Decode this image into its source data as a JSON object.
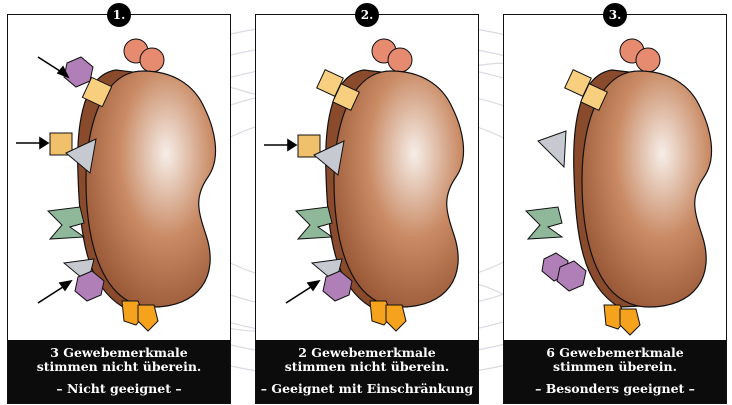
{
  "panels": [
    {
      "number": "1.",
      "line1": "3 Gewebemerkmale",
      "line2": "stimmen nicht überein.",
      "verdict": "– Nicht geeignet –",
      "arrows": 3
    },
    {
      "number": "2.",
      "line1": "2 Gewebemerkmale",
      "line2": "stimmen nicht überein.",
      "verdict": "– Geeignet mit Einschränkung –",
      "arrows": 2
    },
    {
      "number": "3.",
      "line1": "6 Gewebemerkmale",
      "line2": "stimmen überein.",
      "verdict": "– Besonders geeignet –",
      "arrows": 0
    }
  ],
  "colors": {
    "kidney": "#b0673f",
    "kidney_back": "#8a4a2c",
    "red_circle": "#e68a70",
    "purple_hexagon": "#b07fb8",
    "yellow_square": "#f7cf7e",
    "tan_square": "#f1c06a",
    "gray_triangle": "#c7c9d1",
    "green_shape": "#8fb79a",
    "orange_shape": "#f5a21c",
    "caption_bg": "#0c0c0c"
  }
}
